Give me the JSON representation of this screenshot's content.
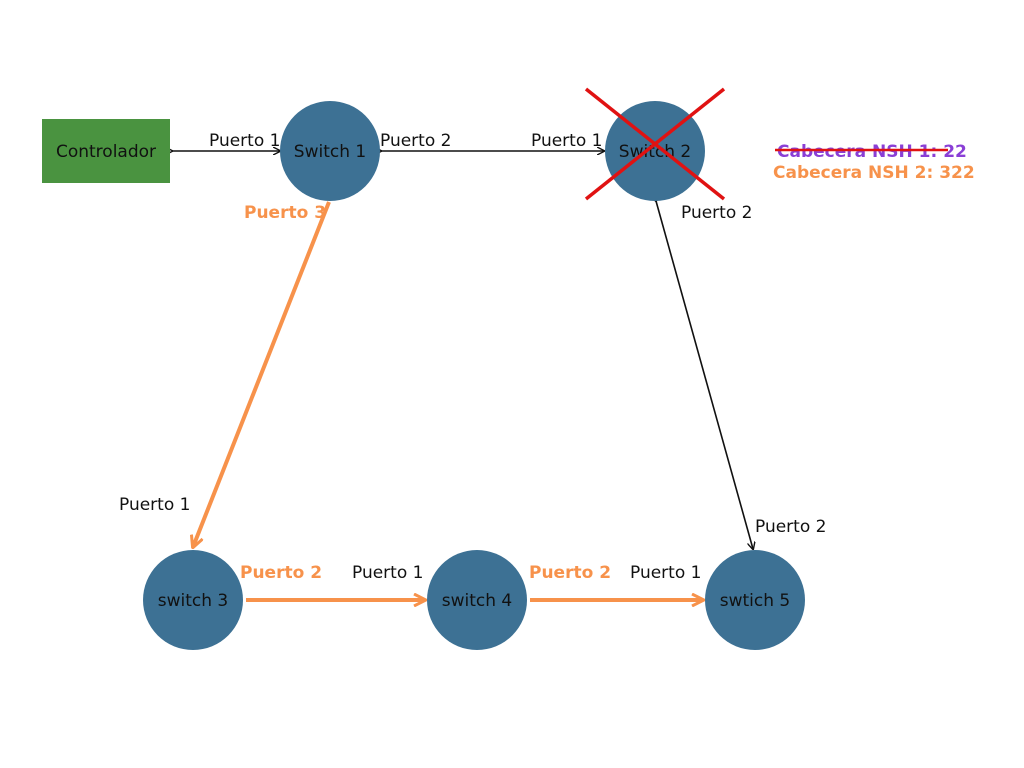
{
  "colors": {
    "node": "#3d7194",
    "controller": "#4a9340",
    "highlight": "#f7924b",
    "link": "#111111",
    "cross": "#e01212",
    "old_header": "#8a3fd6"
  },
  "nodes": {
    "controller": "Controlador",
    "switch1": "Switch 1",
    "switch2": "Switch 2",
    "switch3": "switch 3",
    "switch4": "switch 4",
    "switch5": "swtich 5"
  },
  "ports": {
    "ctrl_s1_at_s1": "Puerto 1",
    "s1_s2_at_s1": "Puerto 2",
    "s1_s2_at_s2": "Puerto 1",
    "s2_s5_at_s2": "Puerto 2",
    "s1_s3_at_s1": "Puerto 3",
    "s1_s3_at_s3": "Puerto 1",
    "s3_s4_at_s3": "Puerto 2",
    "s3_s4_at_s4": "Puerto 1",
    "s4_s5_at_s4": "Puerto 2",
    "s4_s5_at_s5": "Puerto 1",
    "s2_s5_at_s5": "Puerto 2"
  },
  "headers": {
    "old": "Cabecera NSH 1: 22",
    "new": "Cabecera NSH 2: 322"
  }
}
